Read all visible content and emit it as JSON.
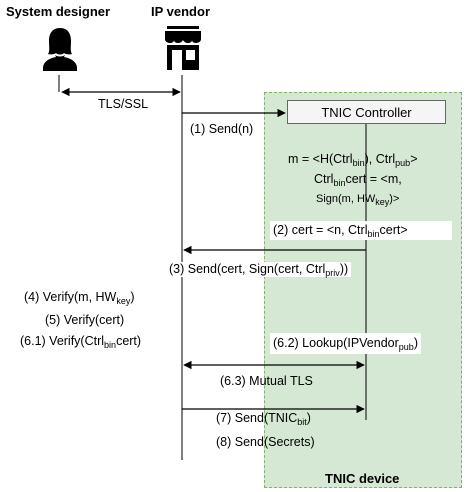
{
  "actors": {
    "designer": "System designer",
    "vendor": "IP vendor"
  },
  "device_label": "TNIC device",
  "controller_label": "TNIC Controller",
  "tls_label": "TLS/SSL",
  "steps": {
    "s1": "(1) Send(n)",
    "m_line_a": "m = <H(Ctrl",
    "m_line_sub1": "bin",
    "m_line_b": "), Ctrl",
    "m_line_sub2": "pub",
    "m_line_c": ">",
    "cert_line_a": "Ctrl",
    "cert_line_sub": "bin",
    "cert_line_b": "cert = <m,",
    "sign_line_a": "Sign(m, HW",
    "sign_line_sub": "key",
    "sign_line_b": ")>",
    "s2_a": "(2) cert =  <n, Ctrl",
    "s2_sub": "bin",
    "s2_b": "cert>",
    "s3_a": "(3) Send(cert, Sign(cert, Ctrl",
    "s3_sub": "priv",
    "s3_b": "))",
    "s4_a": "(4) Verify(m, HW",
    "s4_sub": "key",
    "s4_b": ")",
    "s5": "(5) Verify(cert)",
    "s61_a": "(6.1) Verify(Ctrl",
    "s61_sub": "bin",
    "s61_b": "cert)",
    "s62_a": "(6.2) Lookup(IPVendor",
    "s62_sub": "pub",
    "s62_b": ")",
    "s63": "(6.3) Mutual TLS",
    "s7_a": "(7) Send(TNIC",
    "s7_sub": "bit",
    "s7_b": ")",
    "s8": "(8) Send(Secrets)"
  },
  "icons": {
    "designer": "person-icon",
    "vendor": "storefront-icon"
  },
  "colors": {
    "device_fill": "#d5e8d4",
    "device_border": "#82b366",
    "controller_fill": "#f5f5f5"
  }
}
